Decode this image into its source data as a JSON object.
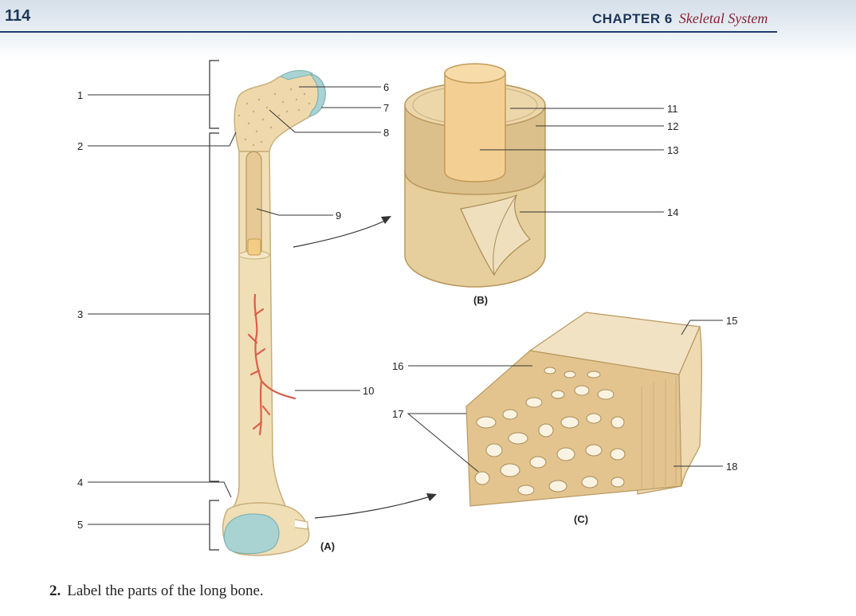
{
  "header": {
    "page_number": "114",
    "chapter_label": "CHAPTER 6",
    "chapter_title": "Skeletal System"
  },
  "figure": {
    "labels": [
      "1",
      "2",
      "3",
      "4",
      "5",
      "6",
      "7",
      "8",
      "9",
      "10",
      "11",
      "12",
      "13",
      "14",
      "15",
      "16",
      "17",
      "18"
    ],
    "panels": [
      "(A)",
      "(B)",
      "(C)"
    ]
  },
  "question": {
    "number": "2.",
    "text": "Label the parts of the long bone."
  },
  "colors": {
    "header_text": "#1d3658",
    "header_rule": "#1f3f73",
    "chapter_title": "#8a2134",
    "bone": "#f0deb6",
    "cartilage": "#a9d3d2",
    "vessel": "#d9604a"
  }
}
